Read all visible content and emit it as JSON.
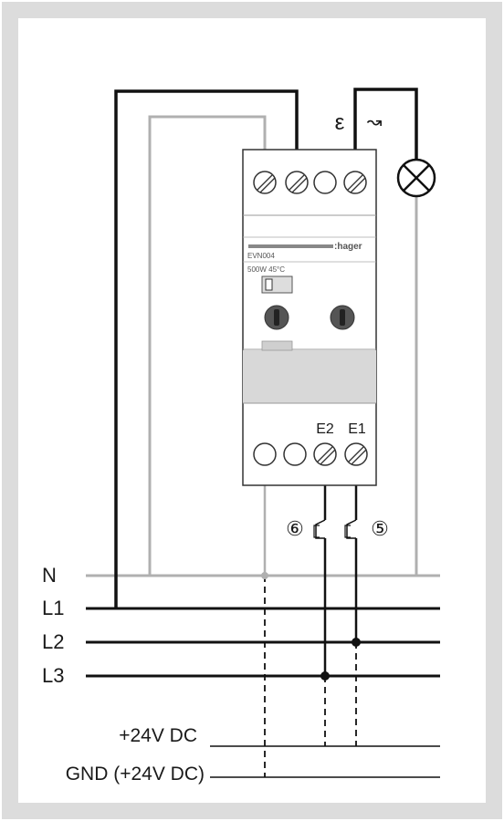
{
  "device": {
    "brand": ":hager",
    "model": "EVN004",
    "rating": "500W 45°C",
    "bottom_terminals": [
      "E2",
      "E1"
    ]
  },
  "top_symbols": {
    "epsilon": "ε",
    "dimmer": "↝"
  },
  "pushbutton_ids": [
    "⑥",
    "⑤"
  ],
  "lines": {
    "phases": [
      "N",
      "L1",
      "L2",
      "L3"
    ],
    "dc_pos": "+24V DC",
    "dc_gnd": "GND (+24V DC)"
  },
  "colors": {
    "frame": "#dcdcdc",
    "wire": "#111111",
    "neutral": "#b0b0b0",
    "module_bar": "#d8d8d8"
  }
}
